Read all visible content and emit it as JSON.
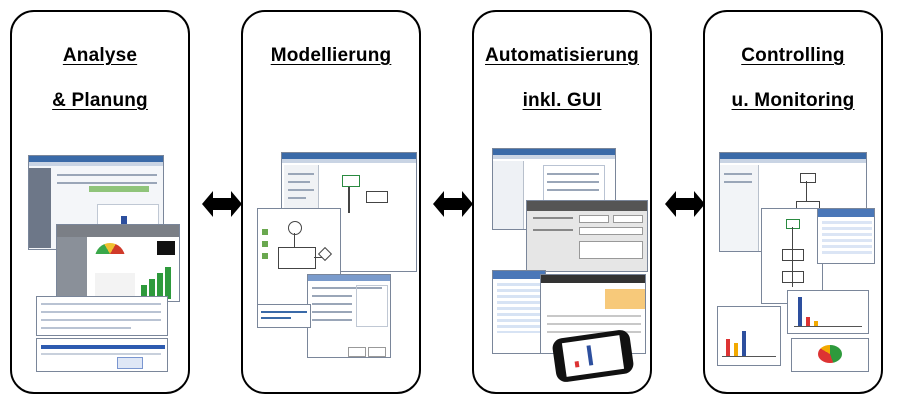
{
  "panels": [
    {
      "line1": "Analyse",
      "line2": "& Planung"
    },
    {
      "line1": "Modellierung",
      "line2": ""
    },
    {
      "line1": "Automatisierung",
      "line2": "inkl. GUI"
    },
    {
      "line1": "Controlling",
      "line2": "u. Monitoring"
    }
  ],
  "arrow_color": "#000000"
}
